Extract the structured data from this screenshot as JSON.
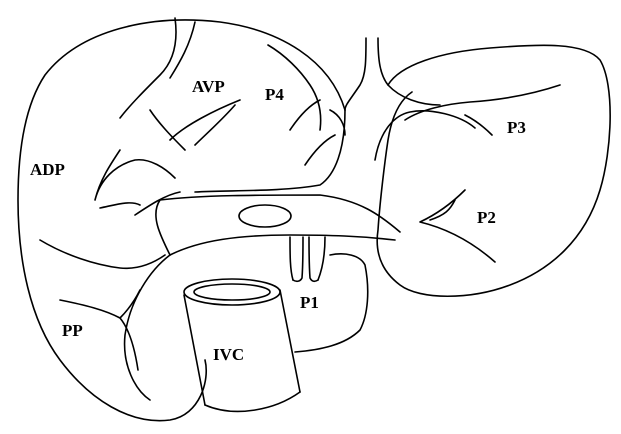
{
  "labels": {
    "avp": "AVP",
    "p4": "P4",
    "p3": "P3",
    "adp": "ADP",
    "p2": "P2",
    "p1": "P1",
    "pp": "PP",
    "ivc": "IVC"
  },
  "colors": {
    "line": "#000000",
    "background": "#ffffff"
  }
}
